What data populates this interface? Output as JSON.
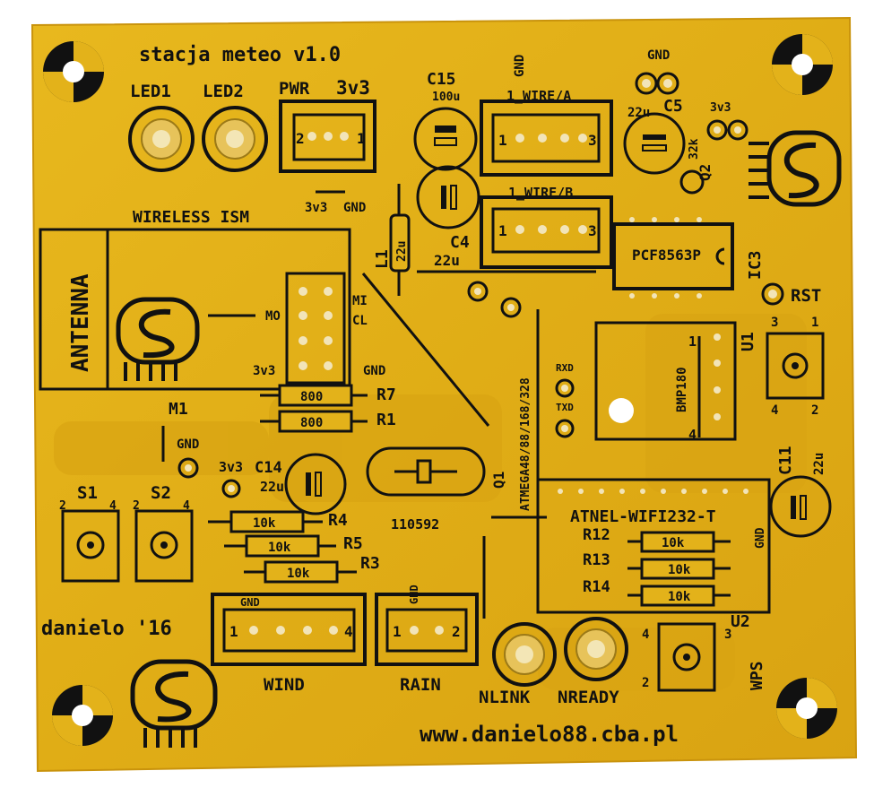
{
  "board": {
    "title": "stacja meteo v1.0",
    "author": "danielo '16",
    "url": "www.danielo88.cba.pl",
    "colors": {
      "board": "#e3b21a",
      "board_shade": "#d49e10",
      "silk": "#111111",
      "pad": "#f2e4b8",
      "background": "#ffffff"
    }
  },
  "labels": {
    "led1": "LED1",
    "led2": "LED2",
    "pwr": "PWR",
    "v33": "3v3",
    "gnd": "GND",
    "c15": "C15",
    "c15_val": "100u",
    "wire_a": "1_WIRE/A",
    "wire_b": "1_WIRE/B",
    "c5": "C5",
    "c5_val": "22u",
    "q2": "Q2",
    "q2_val": "32k",
    "wireless": "WIRELESS ISM",
    "antenna": "ANTENNA",
    "m1": "M1",
    "mo": "MO",
    "mi": "MI",
    "cl": "CL",
    "l1": "L1",
    "l1_val": "22u",
    "c4": "C4",
    "c4_val": "22u",
    "pcf": "PCF8563P",
    "ic3": "IC3",
    "rst": "RST",
    "u1": "U1",
    "bmp": "BMP180",
    "rxd": "RXD",
    "txd": "TXD",
    "atmega": "ATMEGA48/88/168/328",
    "q1": "Q1",
    "xtal": "110592",
    "r7": "R7",
    "r1": "R1",
    "r_800": "800",
    "c14": "C14",
    "c14_val": "22u",
    "s1": "S1",
    "s2": "S2",
    "r4": "R4",
    "r5": "R5",
    "r3": "R3",
    "r10k": "10k",
    "c11": "C11",
    "c11_val": "22u",
    "wifi": "ATNEL-WIFI232-T",
    "r12": "R12",
    "r13": "R13",
    "r14": "R14",
    "wind": "WIND",
    "rain": "RAIN",
    "nlink": "NLINK",
    "nready": "NREADY",
    "u2": "U2",
    "wps": "WPS",
    "one": "1",
    "two": "2",
    "three": "3",
    "four": "4"
  }
}
